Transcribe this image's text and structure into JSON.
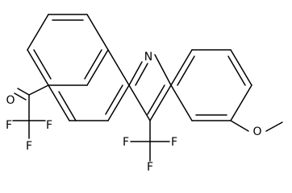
{
  "molecule": {
    "atom_labels": {
      "ring_nitrogen": "N",
      "carbonyl_oxygen": "O",
      "ether_oxygen": "O",
      "trifluoroacetyl_f1": "F",
      "trifluoroacetyl_f2": "F",
      "trifluoroacetyl_f3": "F",
      "trifluoromethyl_f1": "F",
      "trifluoromethyl_f2": "F",
      "trifluoromethyl_f3": "F"
    }
  }
}
